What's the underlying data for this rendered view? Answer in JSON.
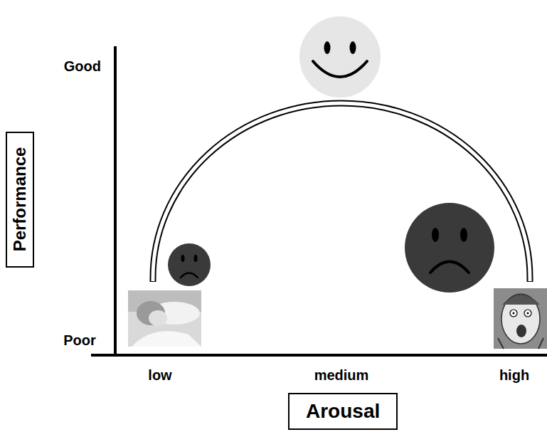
{
  "diagram": {
    "nodes": [
      {
        "text": [
          "Performance"
        ]
      },
      {
        "text": [
          "Arousal"
        ]
      }
    ],
    "labels": [
      "Good",
      "Poor",
      "low",
      "medium",
      "high"
    ]
  }
}
